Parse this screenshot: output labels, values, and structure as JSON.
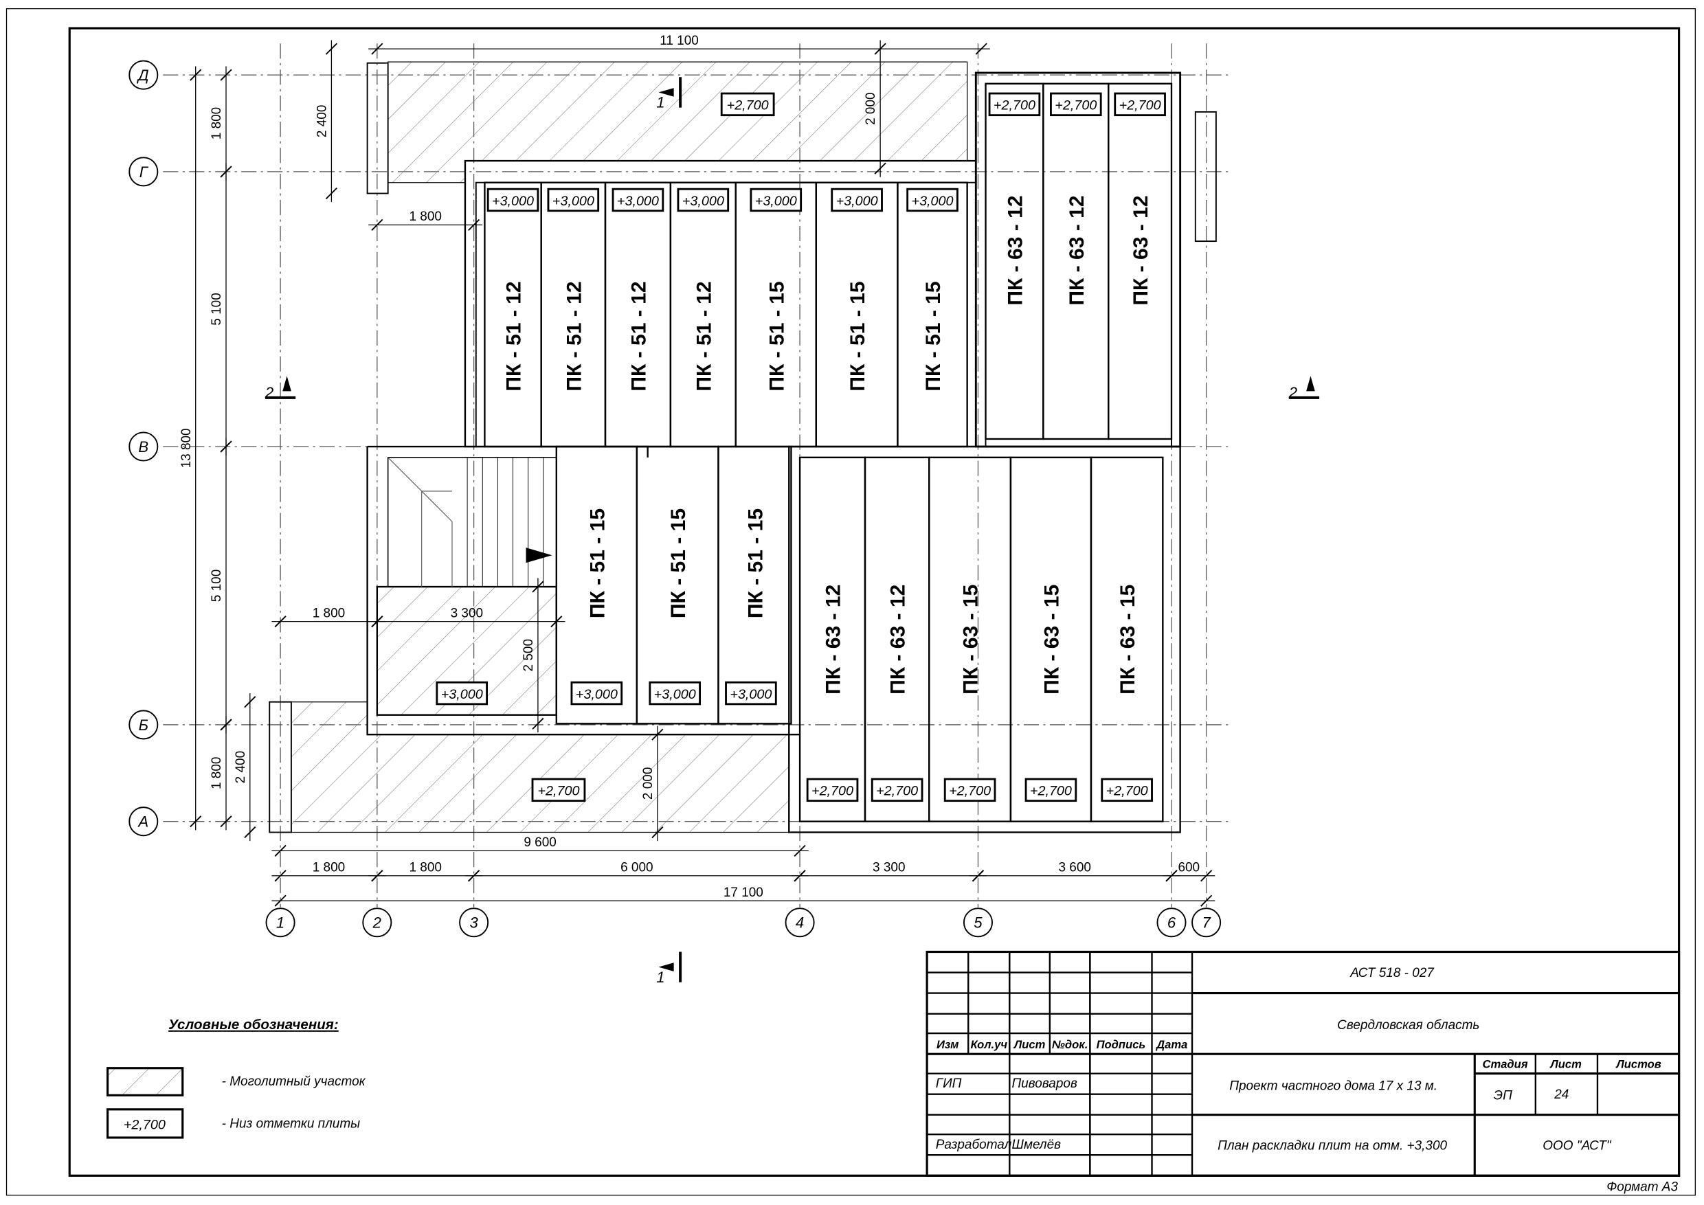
{
  "axes": {
    "letters": [
      "Д",
      "Г",
      "В",
      "Б",
      "А"
    ],
    "numbers": [
      "1",
      "2",
      "3",
      "4",
      "5",
      "6",
      "7"
    ]
  },
  "slabs": {
    "upper": [
      "ПК - 51 - 12",
      "ПК - 51 - 12",
      "ПК - 51 - 12",
      "ПК - 51 - 12",
      "ПК - 51 - 15",
      "ПК - 51 - 15",
      "ПК - 51 - 15"
    ],
    "right_upper": [
      "ПК - 63 - 12",
      "ПК - 63 - 12",
      "ПК - 63 - 12"
    ],
    "lower_middle": [
      "ПК - 51 - 15",
      "ПК - 51 - 15",
      "ПК - 51 - 15"
    ],
    "lower_right": [
      "ПК - 63 - 12",
      "ПК - 63 - 12",
      "ПК - 63 - 15",
      "ПК - 63 - 15",
      "ПК - 63 - 15"
    ]
  },
  "elevations": {
    "upper": [
      "+3,000",
      "+3,000",
      "+3,000",
      "+3,000",
      "+3,000",
      "+3,000",
      "+3,000"
    ],
    "right_upper": [
      "+2,700",
      "+2,700",
      "+2,700"
    ],
    "lower_middle": [
      "+3,000",
      "+3,000",
      "+3,000",
      "+3,000"
    ],
    "lower_right": [
      "+2,700",
      "+2,700",
      "+2,700",
      "+2,700",
      "+2,700"
    ],
    "top_hatch": "+2,700",
    "bottom_hatch": "+2,700"
  },
  "dimensions": {
    "bottom_chain": [
      "1 800",
      "1 800",
      "6 000",
      "3 300",
      "3 600",
      "600"
    ],
    "bottom_total": "17 100",
    "bottom_partial": "9 600",
    "top_total": "11 100",
    "left_chain": [
      "1 800",
      "5 100",
      "5 100",
      "1 800"
    ],
    "left_total": "13 800",
    "misc": [
      "2 400",
      "1 800",
      "2 000",
      "1 800",
      "3 300",
      "2 500",
      "2 400",
      "2 000"
    ]
  },
  "sections": [
    "1",
    "1",
    "2",
    "2"
  ],
  "legend": {
    "title": "Условные обозначения:",
    "items": [
      "- Моголитный участок",
      "- Низ отметки плиты"
    ],
    "sample_elevation": "+2,700"
  },
  "title_block": {
    "code": "АСТ  518 - 027",
    "region": "Свердловская область",
    "headers": [
      "Изм",
      "Кол.уч",
      "Лист",
      "№док.",
      "Подпись",
      "Дата"
    ],
    "roles": [
      "ГИП",
      "Разработал"
    ],
    "names": [
      "Пивоваров",
      "Шмелёв"
    ],
    "project": "Проект частного дома 17 х 13 м.",
    "sheet_title": "План раскладки плит  на отм. +3,300",
    "stage_label": "Стадия",
    "sheet_label": "Лист",
    "sheets_label": "Листов",
    "stage": "ЭП",
    "sheet": "24",
    "company": "ООО  \"АСТ\"",
    "format": "Формат А3"
  }
}
